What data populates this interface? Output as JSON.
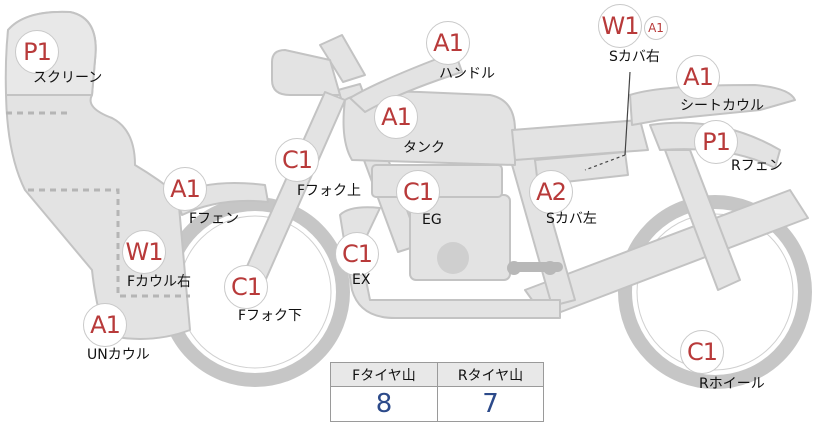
{
  "parts": [
    {
      "code": "P1",
      "label": "スクリーン"
    },
    {
      "code": "A1",
      "label": "ハンドル"
    },
    {
      "code": "W1",
      "code2": "A1",
      "label": "Sカバ右"
    },
    {
      "code": "A1",
      "label": "シートカウル"
    },
    {
      "code": "A1",
      "label": "タンク"
    },
    {
      "code": "P1",
      "label": "Rフェン"
    },
    {
      "code": "C1",
      "label": "Fフォク上"
    },
    {
      "code": "C1",
      "label": "EG"
    },
    {
      "code": "A2",
      "label": "Sカバ左"
    },
    {
      "code": "A1",
      "label": "Fフェン"
    },
    {
      "code": "W1",
      "label": "Fカウル右"
    },
    {
      "code": "C1",
      "label": "EX"
    },
    {
      "code": "C1",
      "label": "Fフォク下"
    },
    {
      "code": "A1",
      "label": "UNカウル"
    },
    {
      "code": "C1",
      "label": "Rホイール"
    }
  ],
  "tire_table": {
    "front_header": "Fタイヤ山",
    "rear_header": "Rタイヤ山",
    "front_value": "8",
    "rear_value": "7"
  },
  "colors": {
    "code_text": "#b83a3a",
    "table_value": "#2c4a8a",
    "body_fill": "#e2e2e2",
    "body_stroke": "#c4c4c4"
  }
}
